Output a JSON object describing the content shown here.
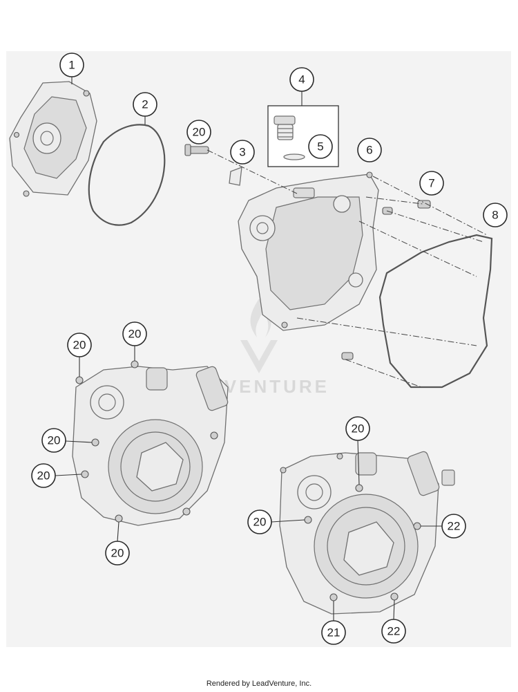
{
  "diagram": {
    "callouts": {
      "c1": "1",
      "c2": "2",
      "c3": "3",
      "c4": "4",
      "c5": "5",
      "c6": "6",
      "c7": "7",
      "c8": "8",
      "c20a": "20",
      "c20b": "20",
      "c20c": "20",
      "c20d": "20",
      "c20e": "20",
      "c20f": "20",
      "c20g": "20",
      "c20h": "20",
      "c21": "21",
      "c22a": "22",
      "c22b": "22"
    },
    "watermark": "LEADVENTURE"
  },
  "footer": {
    "text": "Rendered by LeadVenture, Inc."
  }
}
